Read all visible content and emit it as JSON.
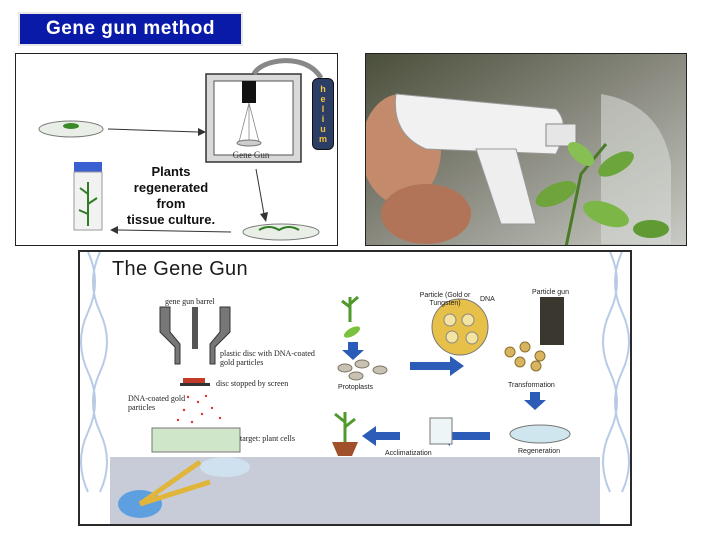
{
  "title": "Gene gun method",
  "diagram": {
    "helium_letters": [
      "h",
      "e",
      "l",
      "i",
      "u",
      "m"
    ],
    "device_label": "Gene Gun",
    "plants_label_lines": [
      "Plants",
      "regenerated",
      "from",
      "tissue culture."
    ]
  },
  "lower_panel": {
    "title": "The Gene Gun",
    "left_labels": {
      "barrel": "gene gun barrel",
      "disc": "plastic disc with DNA-coated gold particles",
      "stopped": "disc stopped by screen",
      "coated": "DNA-coated gold particles",
      "target": "target: plant cells"
    },
    "right_labels": {
      "particle": "Particle (Gold or Tungsten)",
      "dna": "DNA",
      "particle_gun": "Particle gun",
      "protoplasts": "Protoplasts",
      "transformation": "Transformation",
      "regeneration": "Regeneration",
      "acclimatization": "Acclimatization"
    }
  }
}
